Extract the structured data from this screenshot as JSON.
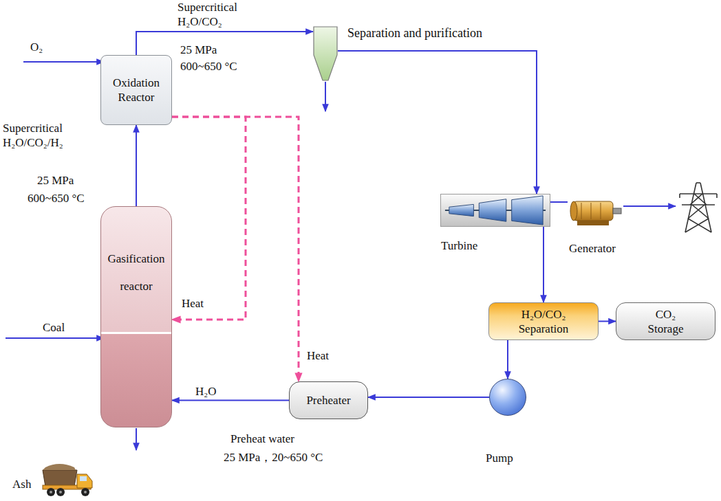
{
  "diagram": {
    "nodes": [
      {
        "text": [
          "Oxidation Reactor"
        ]
      },
      {
        "text": [
          "Separation and purification"
        ]
      },
      {
        "text": [
          "Turbine"
        ]
      },
      {
        "text": [
          "Generator"
        ]
      },
      {
        "text": [
          "Gasification reactor"
        ]
      },
      {
        "text": [
          "H₂O/CO₂ Separation"
        ]
      },
      {
        "text": [
          "CO₂ Storage"
        ]
      },
      {
        "text": [
          "Preheater"
        ]
      },
      {
        "text": [
          "Pump"
        ]
      }
    ],
    "edges": [
      {
        "from": 4,
        "to": 0,
        "arrow": "to"
      },
      {
        "from": 0,
        "to": 1,
        "arrow": "to"
      },
      {
        "from": 1,
        "to": 2,
        "arrow": "to"
      },
      {
        "from": 2,
        "to": 3,
        "arrow": "none"
      },
      {
        "from": 2,
        "to": 5,
        "arrow": "to"
      },
      {
        "from": 5,
        "to": 6,
        "arrow": "to"
      },
      {
        "from": 5,
        "to": 8,
        "arrow": "to"
      },
      {
        "from": 8,
        "to": 7,
        "arrow": "to"
      },
      {
        "from": 7,
        "to": 4,
        "label": "H₂O",
        "arrow": "to"
      },
      {
        "from": 0,
        "to": 4,
        "label": "Heat",
        "arrow": "to"
      },
      {
        "from": 0,
        "to": 7,
        "label": "Heat",
        "arrow": "to"
      }
    ],
    "labels": [
      "Supercritical H₂O/CO₂",
      "25 MPa",
      "600~650 °C",
      "O₂",
      "Supercritical H₂O/CO₂/H₂",
      "25 MPa",
      "600~650 °C",
      "Coal",
      "Ash",
      "Preheat water",
      "25 MPa，20~650 °C"
    ]
  }
}
